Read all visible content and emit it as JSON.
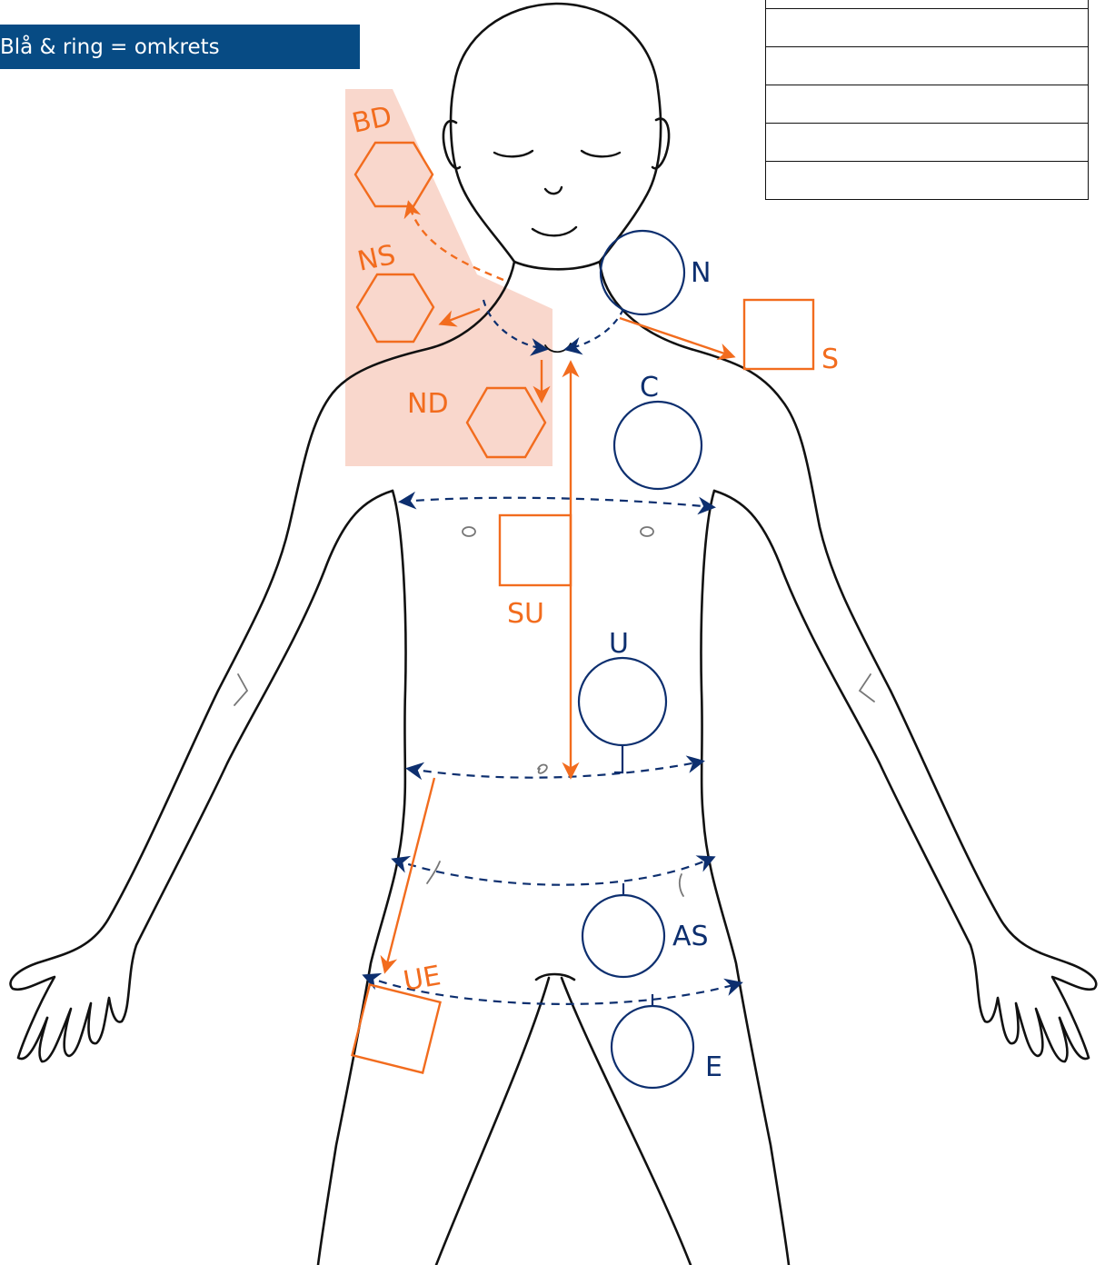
{
  "legend": {
    "text": "Blå & ring = omkrets"
  },
  "table": {
    "rows": 6
  },
  "colors": {
    "orange": "#f26c1e",
    "blue": "#0d2f6f",
    "shade": "#f9d7cc",
    "outline": "#111111",
    "banner": "#074b84"
  },
  "measurement_labels": {
    "BD": "BD",
    "NS": "NS",
    "ND": "ND",
    "N": "N",
    "S": "S",
    "C": "C",
    "SU": "SU",
    "U": "U",
    "AS": "AS",
    "UE": "UE",
    "E": "E"
  }
}
